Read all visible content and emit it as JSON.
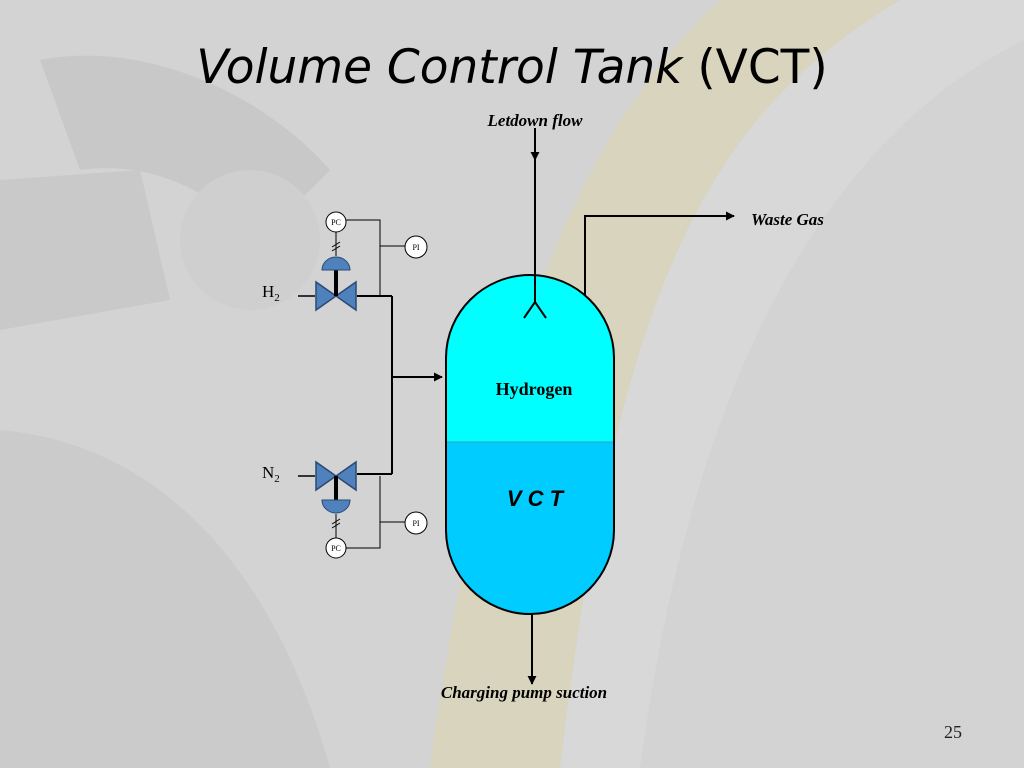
{
  "title": {
    "italic": "Volume Control Tank",
    "plain": "(VCT)"
  },
  "diagram": {
    "letdown_label": "Letdown flow",
    "waste_gas_label": "Waste Gas",
    "charging_label": "Charging pump suction",
    "tank_gas_label": "Hydrogen",
    "tank_liquid_label": "V C T",
    "h2_label": {
      "base": "H",
      "sub": "2"
    },
    "n2_label": {
      "base": "N",
      "sub": "2"
    },
    "pc_label": "PC",
    "pi_label": "PI",
    "colors": {
      "vapor": "#00ffff",
      "liquid": "#00ccff",
      "valve": "#4f81bd",
      "line": "#000000"
    }
  },
  "page_number": "25"
}
